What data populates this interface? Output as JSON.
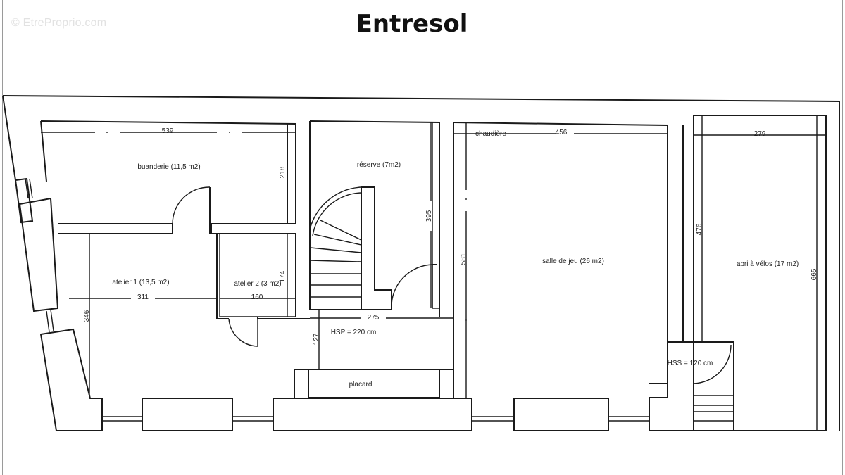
{
  "watermark": "© EtreProprio.com",
  "title": "Entresol",
  "rooms": [
    {
      "name": "buanderie",
      "label": "buanderie (11,5 m2)",
      "area_m2": 11.5
    },
    {
      "name": "reserve",
      "label": "réserve (7m2)",
      "area_m2": 7
    },
    {
      "name": "salle-de-jeu",
      "label": "salle de jeu (26 m2)",
      "area_m2": 26
    },
    {
      "name": "abri-a-velos",
      "label": "abri à vélos (17 m2)",
      "area_m2": 17
    },
    {
      "name": "atelier-1",
      "label": "atelier 1 (13,5 m2)",
      "area_m2": 13.5
    },
    {
      "name": "atelier-2",
      "label": "atelier 2 (3 m2)",
      "area_m2": 3
    },
    {
      "name": "placard",
      "label": "placard"
    },
    {
      "name": "chaudiere",
      "label": "chaudière"
    }
  ],
  "dimensions": {
    "buanderie_width": "539",
    "buanderie_depth": "218",
    "reserve_height": "395",
    "reserve_width": "275",
    "salle_width": "456",
    "salle_height": "581",
    "abri_width": "279",
    "abri_inner": "476",
    "abri_height": "665",
    "atelier1_width": "311",
    "atelier1_height": "346",
    "atelier2_width": "160",
    "atelier2_height": "174",
    "hall_depth": "127"
  },
  "notes": {
    "hsp": "HSP = 220 cm",
    "hss": "HSS = 120 cm"
  }
}
